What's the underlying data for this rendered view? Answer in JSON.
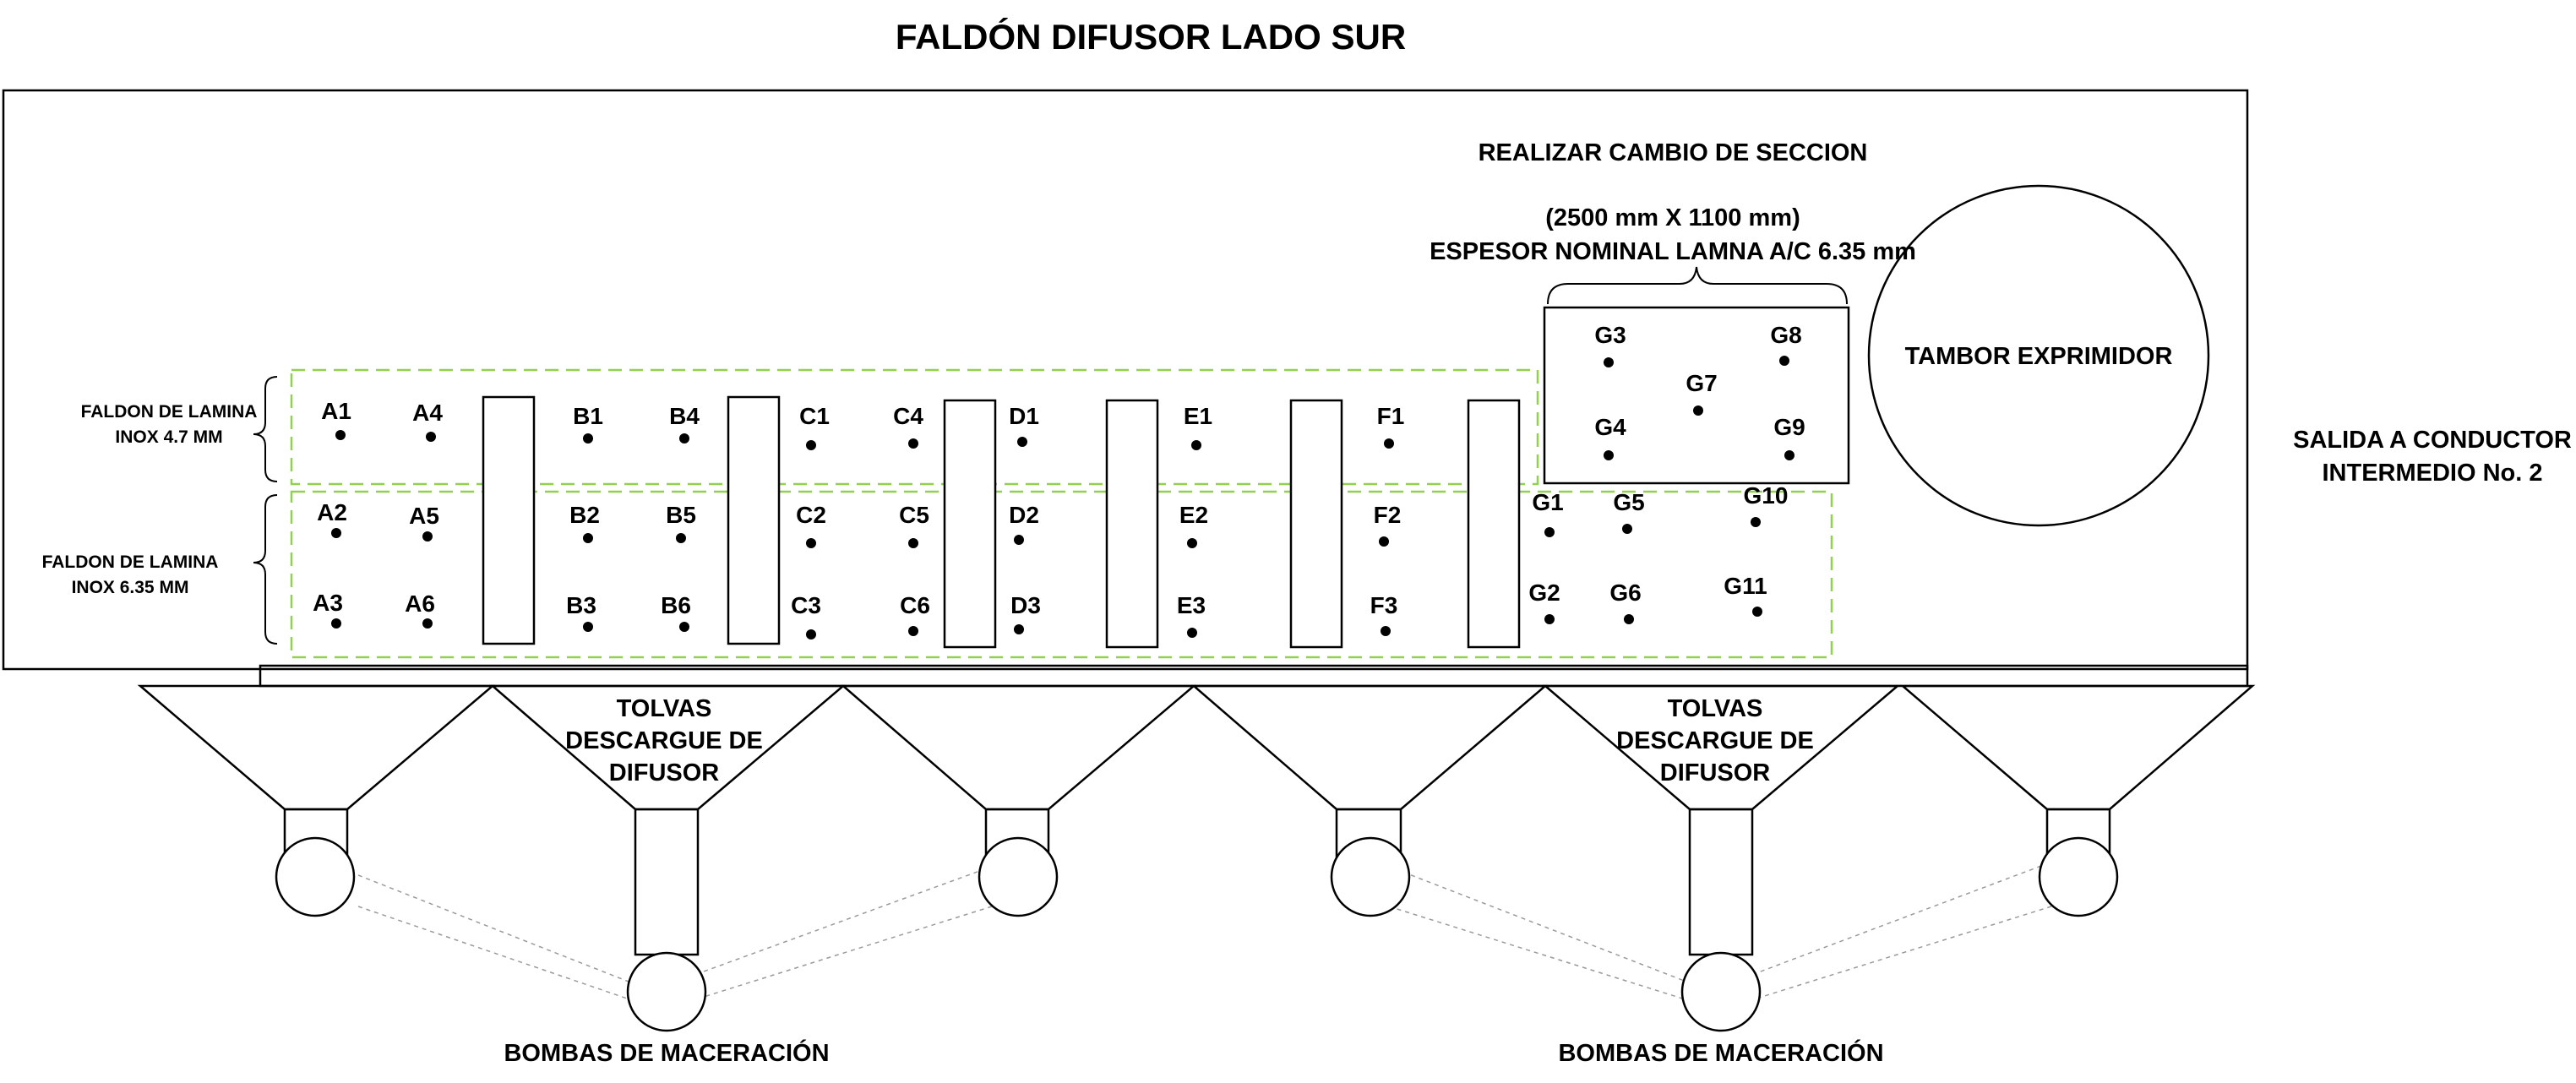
{
  "title": "FALDÓN DIFUSOR LADO SUR",
  "section_change": {
    "heading": "REALIZAR CAMBIO DE SECCION",
    "dimensions": "(2500 mm X 1100 mm)",
    "thickness": "ESPESOR NOMINAL LAMNA A/C 6.35 mm"
  },
  "drum_label": "TAMBOR EXPRIMIDOR",
  "exit_label": [
    "SALIDA A CONDUCTOR",
    "INTERMEDIO No. 2"
  ],
  "skirt_47_label": [
    "FALDON DE LAMINA",
    "INOX 4.7 MM"
  ],
  "skirt_635_label": [
    "FALDON DE LAMINA",
    "INOX 6.35 MM"
  ],
  "hopper_label": [
    "TOLVAS",
    "DESCARGUE DE",
    "DIFUSOR"
  ],
  "pumps_label": "BOMBAS DE MACERACIÓN",
  "colors": {
    "dashed_outline": "#92d050",
    "pipe": "#9a9a9a",
    "stroke": "#000000"
  },
  "measurement_points": [
    {
      "id": "A1"
    },
    {
      "id": "A2"
    },
    {
      "id": "A3"
    },
    {
      "id": "A4"
    },
    {
      "id": "A5"
    },
    {
      "id": "A6"
    },
    {
      "id": "B1"
    },
    {
      "id": "B2"
    },
    {
      "id": "B3"
    },
    {
      "id": "B4"
    },
    {
      "id": "B5"
    },
    {
      "id": "B6"
    },
    {
      "id": "C1"
    },
    {
      "id": "C2"
    },
    {
      "id": "C3"
    },
    {
      "id": "C4"
    },
    {
      "id": "C5"
    },
    {
      "id": "C6"
    },
    {
      "id": "D1"
    },
    {
      "id": "D2"
    },
    {
      "id": "D3"
    },
    {
      "id": "E1"
    },
    {
      "id": "E2"
    },
    {
      "id": "E3"
    },
    {
      "id": "F1"
    },
    {
      "id": "F2"
    },
    {
      "id": "F3"
    },
    {
      "id": "G1"
    },
    {
      "id": "G2"
    },
    {
      "id": "G3"
    },
    {
      "id": "G4"
    },
    {
      "id": "G5"
    },
    {
      "id": "G6"
    },
    {
      "id": "G7"
    },
    {
      "id": "G8"
    },
    {
      "id": "G9"
    },
    {
      "id": "G10"
    },
    {
      "id": "G11"
    }
  ]
}
